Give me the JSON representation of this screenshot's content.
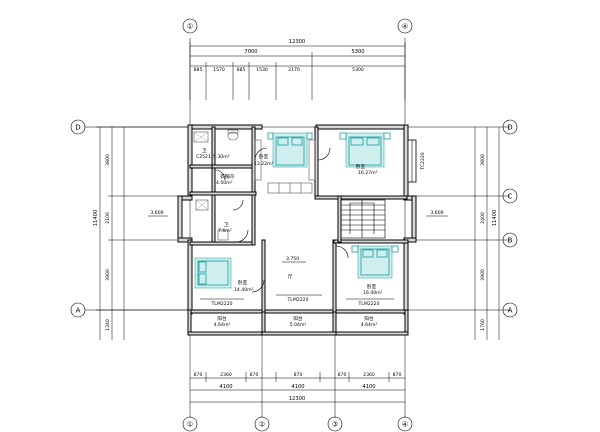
{
  "axes": {
    "top": [
      "①",
      "④"
    ],
    "bottom": [
      "①",
      "②",
      "③",
      "④"
    ],
    "left": [
      "D",
      "A"
    ],
    "right": [
      "D",
      "C",
      "B",
      "A"
    ]
  },
  "dims": {
    "top_total": "12300",
    "top_sub": [
      "7000",
      "5300"
    ],
    "top_detail": [
      "885",
      "1570",
      "885",
      "1530",
      "2170",
      "5300"
    ],
    "bottom_detail": [
      "870",
      "2360",
      "870",
      "870",
      "870",
      "2360",
      "870"
    ],
    "bottom_sub": [
      "4100",
      "4100",
      "4100"
    ],
    "bottom_total": "12300",
    "left_outer": [
      "3800",
      "2100",
      "3900",
      "1340"
    ],
    "left_total": "11400",
    "right_outer": [
      "3800",
      "2400",
      "3900",
      "1760"
    ],
    "right_total": "11400",
    "level_left": "3.600",
    "level_right": "3.600"
  },
  "rooms": {
    "wc1": {
      "name": "卫",
      "area": "5.30m²"
    },
    "storage": {
      "name": "衣帽间",
      "area": "4.50m²"
    },
    "bed_tl": {
      "name": "卧室",
      "area": "13.22m²"
    },
    "bed_tr": {
      "name": "卧室",
      "area": "16.27m²"
    },
    "wc2": {
      "name": "卫",
      "area": "7.6m²"
    },
    "hall": {
      "name": "厅",
      "level": "3.750"
    },
    "bed_bl": {
      "name": "卧室",
      "area": "14.40m²"
    },
    "bed_br": {
      "name": "卧室",
      "area": "16.40m²"
    },
    "balc_l": {
      "name": "阳台",
      "area": "4.64m²"
    },
    "balc_m": {
      "name": "阳台",
      "area": "5.04m²"
    },
    "balc_r": {
      "name": "阳台",
      "area": "4.64m²"
    }
  },
  "windows": {
    "w_bl": "TLM2220",
    "w_mid": "TLM2220",
    "w_br": "TLM2220",
    "w_right": "TC2220",
    "w_left": "C2521"
  }
}
